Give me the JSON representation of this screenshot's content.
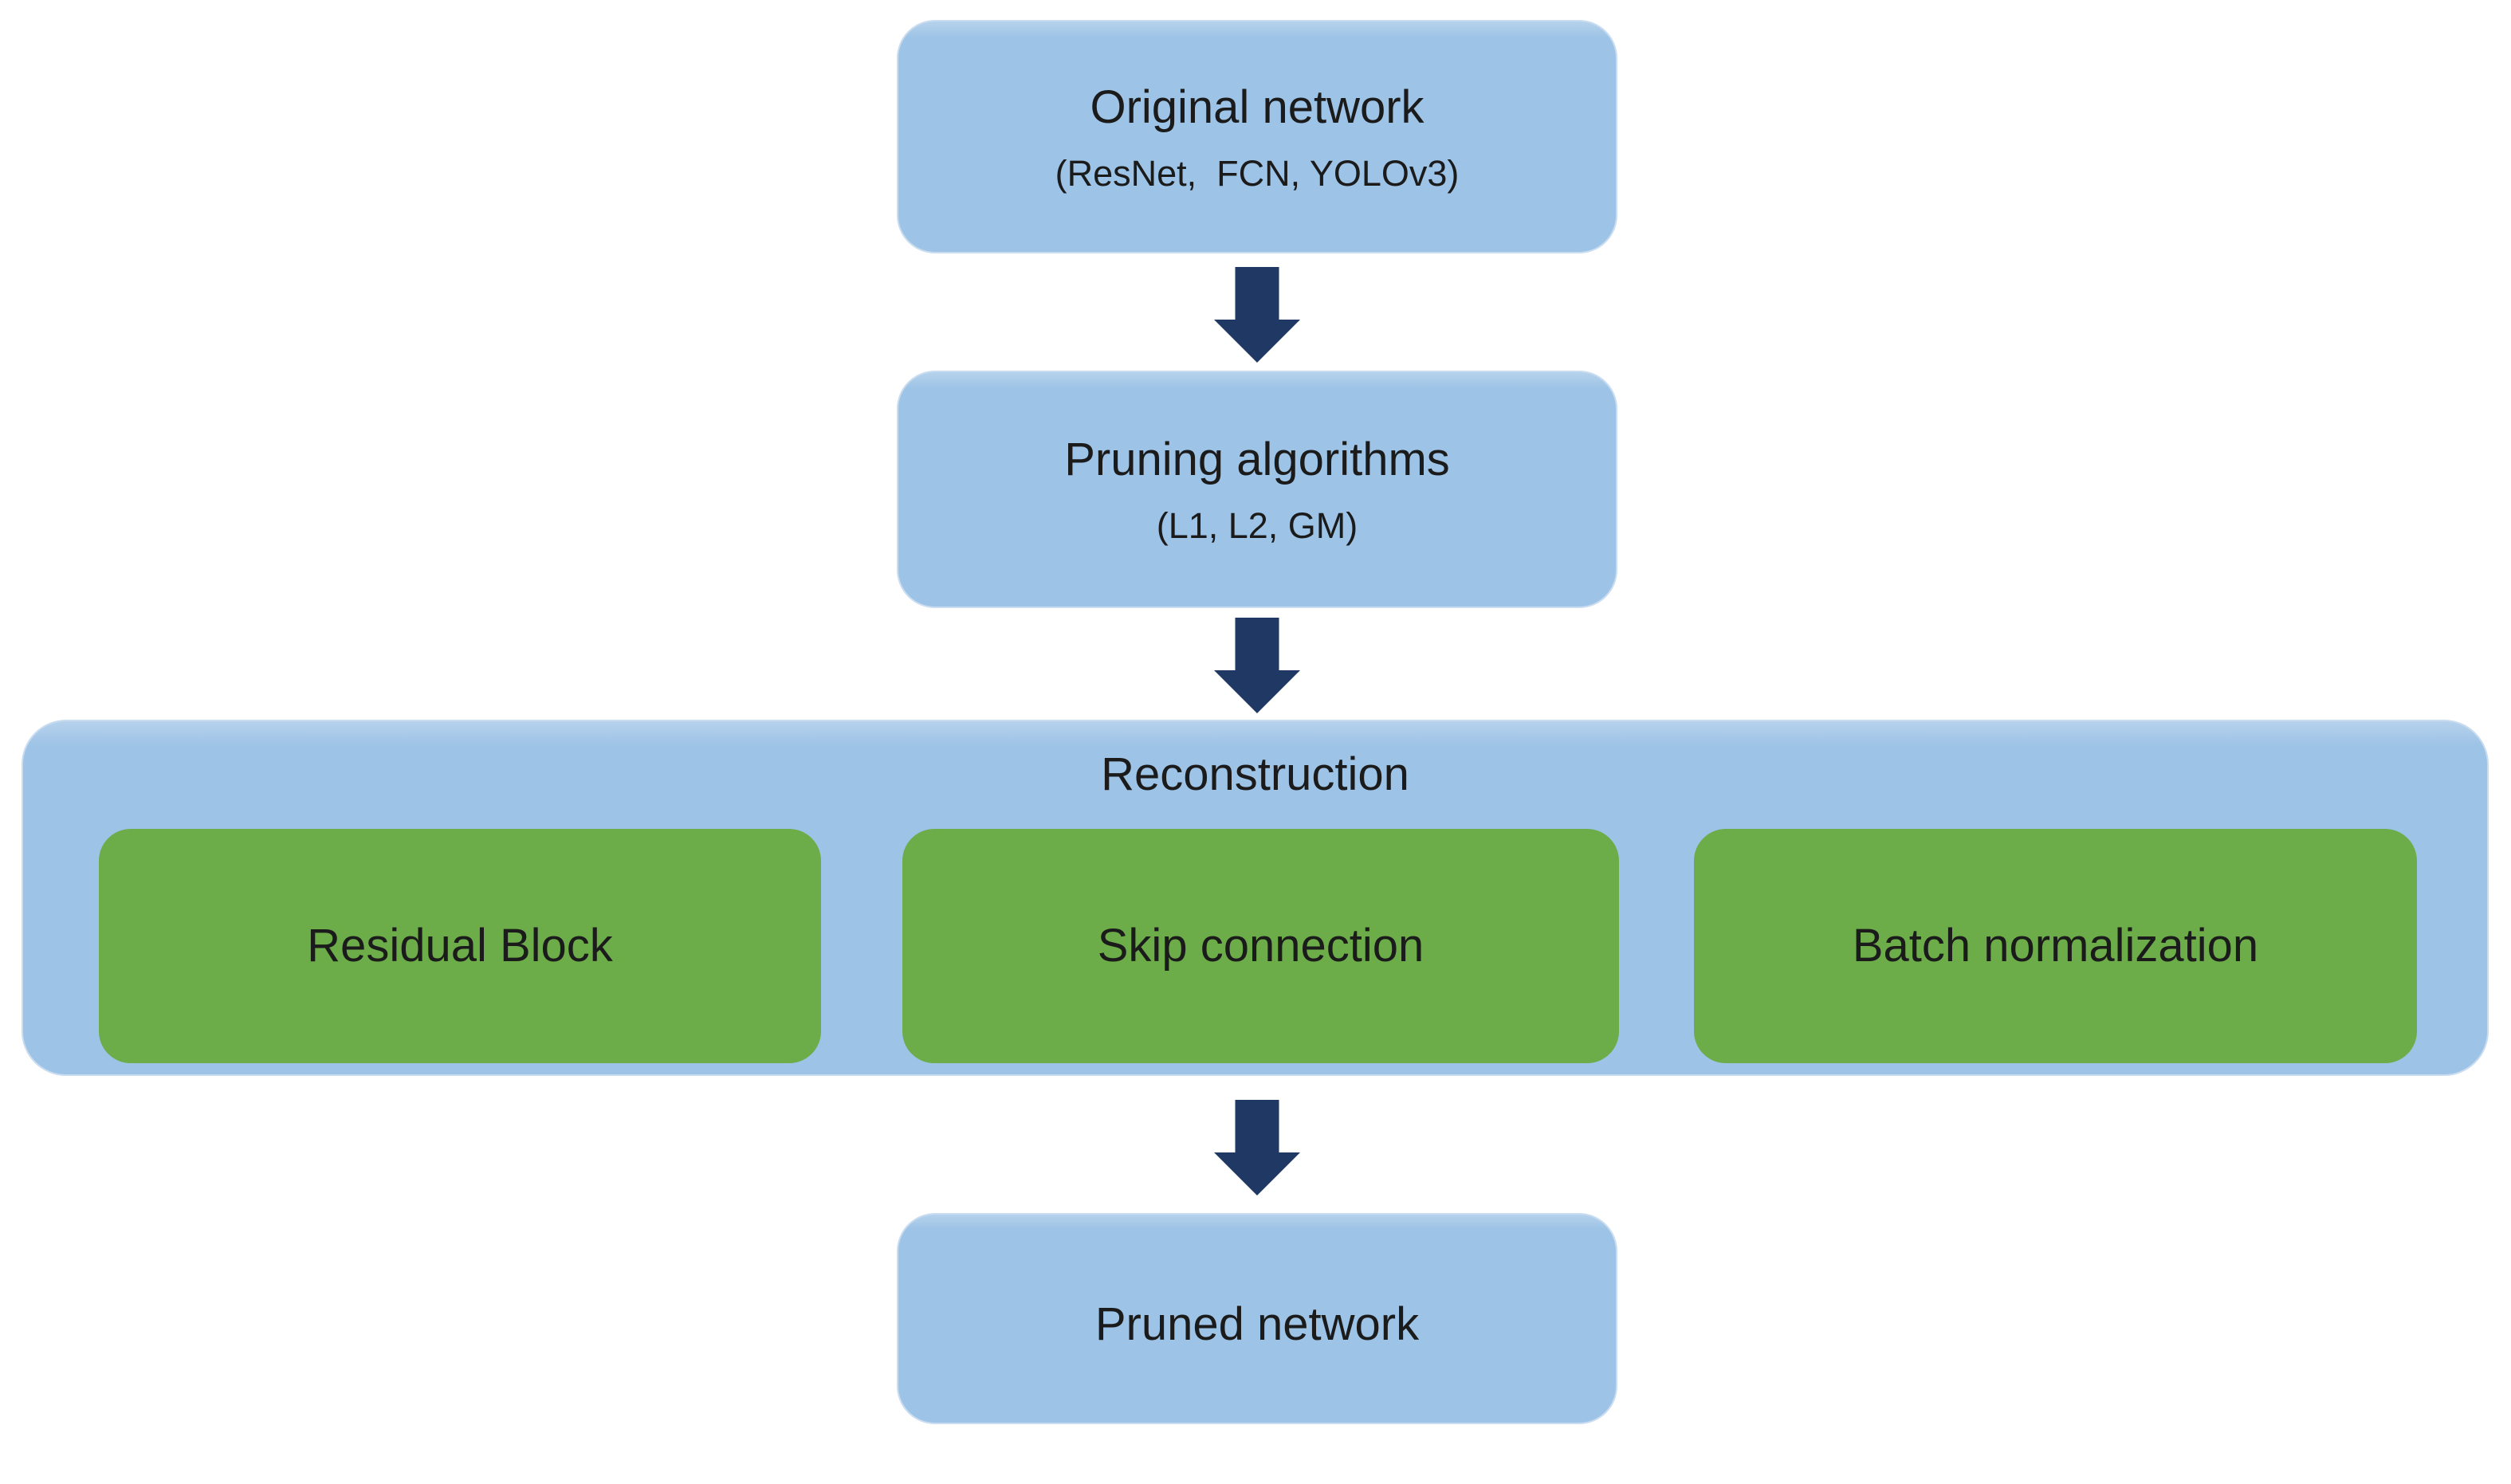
{
  "diagram": {
    "nodes": {
      "original": {
        "title": "Original network",
        "subtitle": "(ResNet,  FCN, YOLOv3)"
      },
      "pruning": {
        "title": "Pruning algorithms",
        "subtitle": "(L1, L2, GM)"
      },
      "reconstruction": {
        "title": "Reconstruction",
        "children": [
          {
            "label": "Residual Block"
          },
          {
            "label": "Skip connection"
          },
          {
            "label": "Batch normalization"
          }
        ]
      },
      "pruned": {
        "title": "Pruned network"
      }
    },
    "colors": {
      "box_blue": "#9DC3E6",
      "box_green": "#6CAD49",
      "arrow_navy": "#1F3864",
      "text": "#1b1b1b",
      "bg": "#FFFFFF"
    }
  }
}
